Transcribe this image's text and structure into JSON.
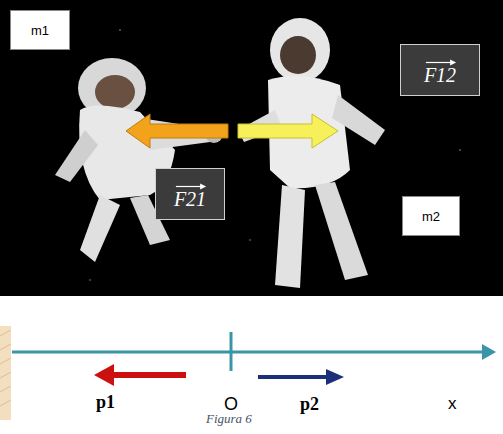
{
  "diagram": {
    "caption": "Figura 6",
    "nodes": [
      {
        "text": [
          "m1"
        ]
      },
      {
        "text": [
          "F12"
        ]
      },
      {
        "text": [
          "F21"
        ]
      },
      {
        "text": [
          "m2"
        ]
      }
    ],
    "labels": [
      "O",
      "x",
      "p1",
      "p2"
    ]
  }
}
